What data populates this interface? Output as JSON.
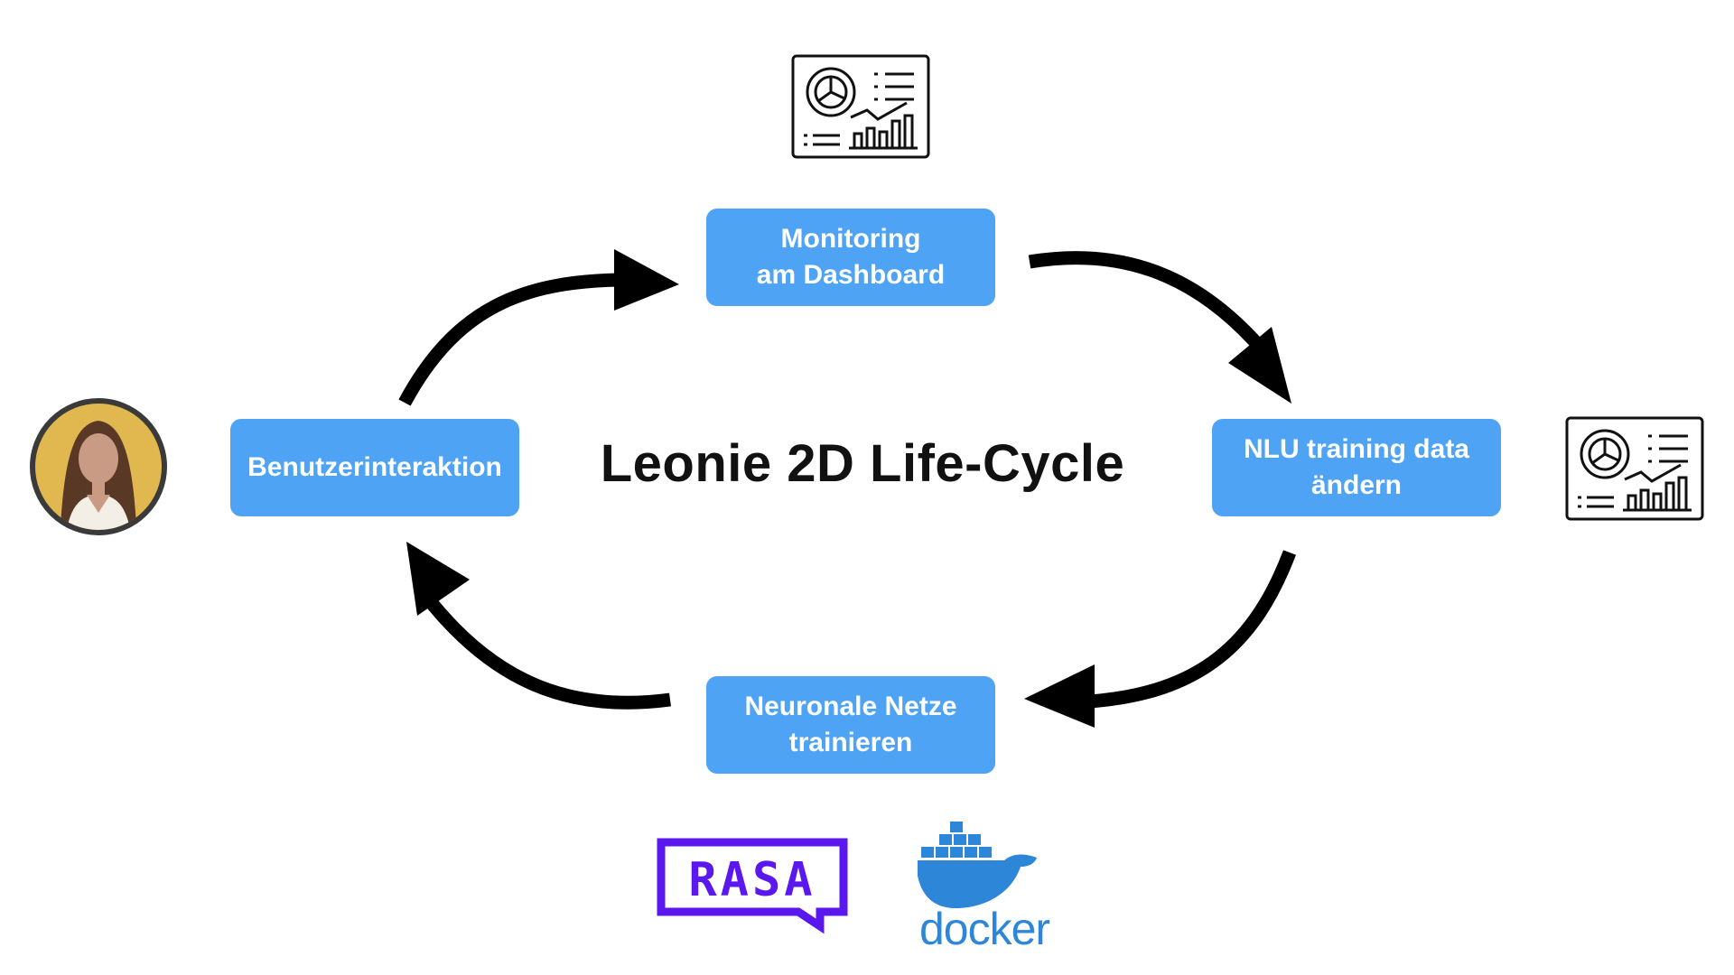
{
  "title": "Leonie 2D Life-Cycle",
  "nodes": {
    "monitoring": {
      "line1": "Monitoring",
      "line2": "am Dashboard"
    },
    "nlu": {
      "line1": "NLU training data",
      "line2": "ändern"
    },
    "training": {
      "line1": "Neuronale Netze",
      "line2": "trainieren"
    },
    "interaction": {
      "line1": "Benutzerinteraktion"
    }
  },
  "logos": {
    "rasa": "RASA",
    "docker": "docker"
  },
  "icons": [
    "dashboard-icon",
    "dashboard-icon",
    "user-avatar",
    "rasa-logo",
    "docker-logo"
  ],
  "colors": {
    "node_fill": "#4ea3f5",
    "node_text": "#ffffff",
    "arrow": "#000000",
    "rasa_purple": "#5a17ee",
    "docker_blue": "#2e86d8",
    "avatar_bg": "#e0b84f"
  }
}
